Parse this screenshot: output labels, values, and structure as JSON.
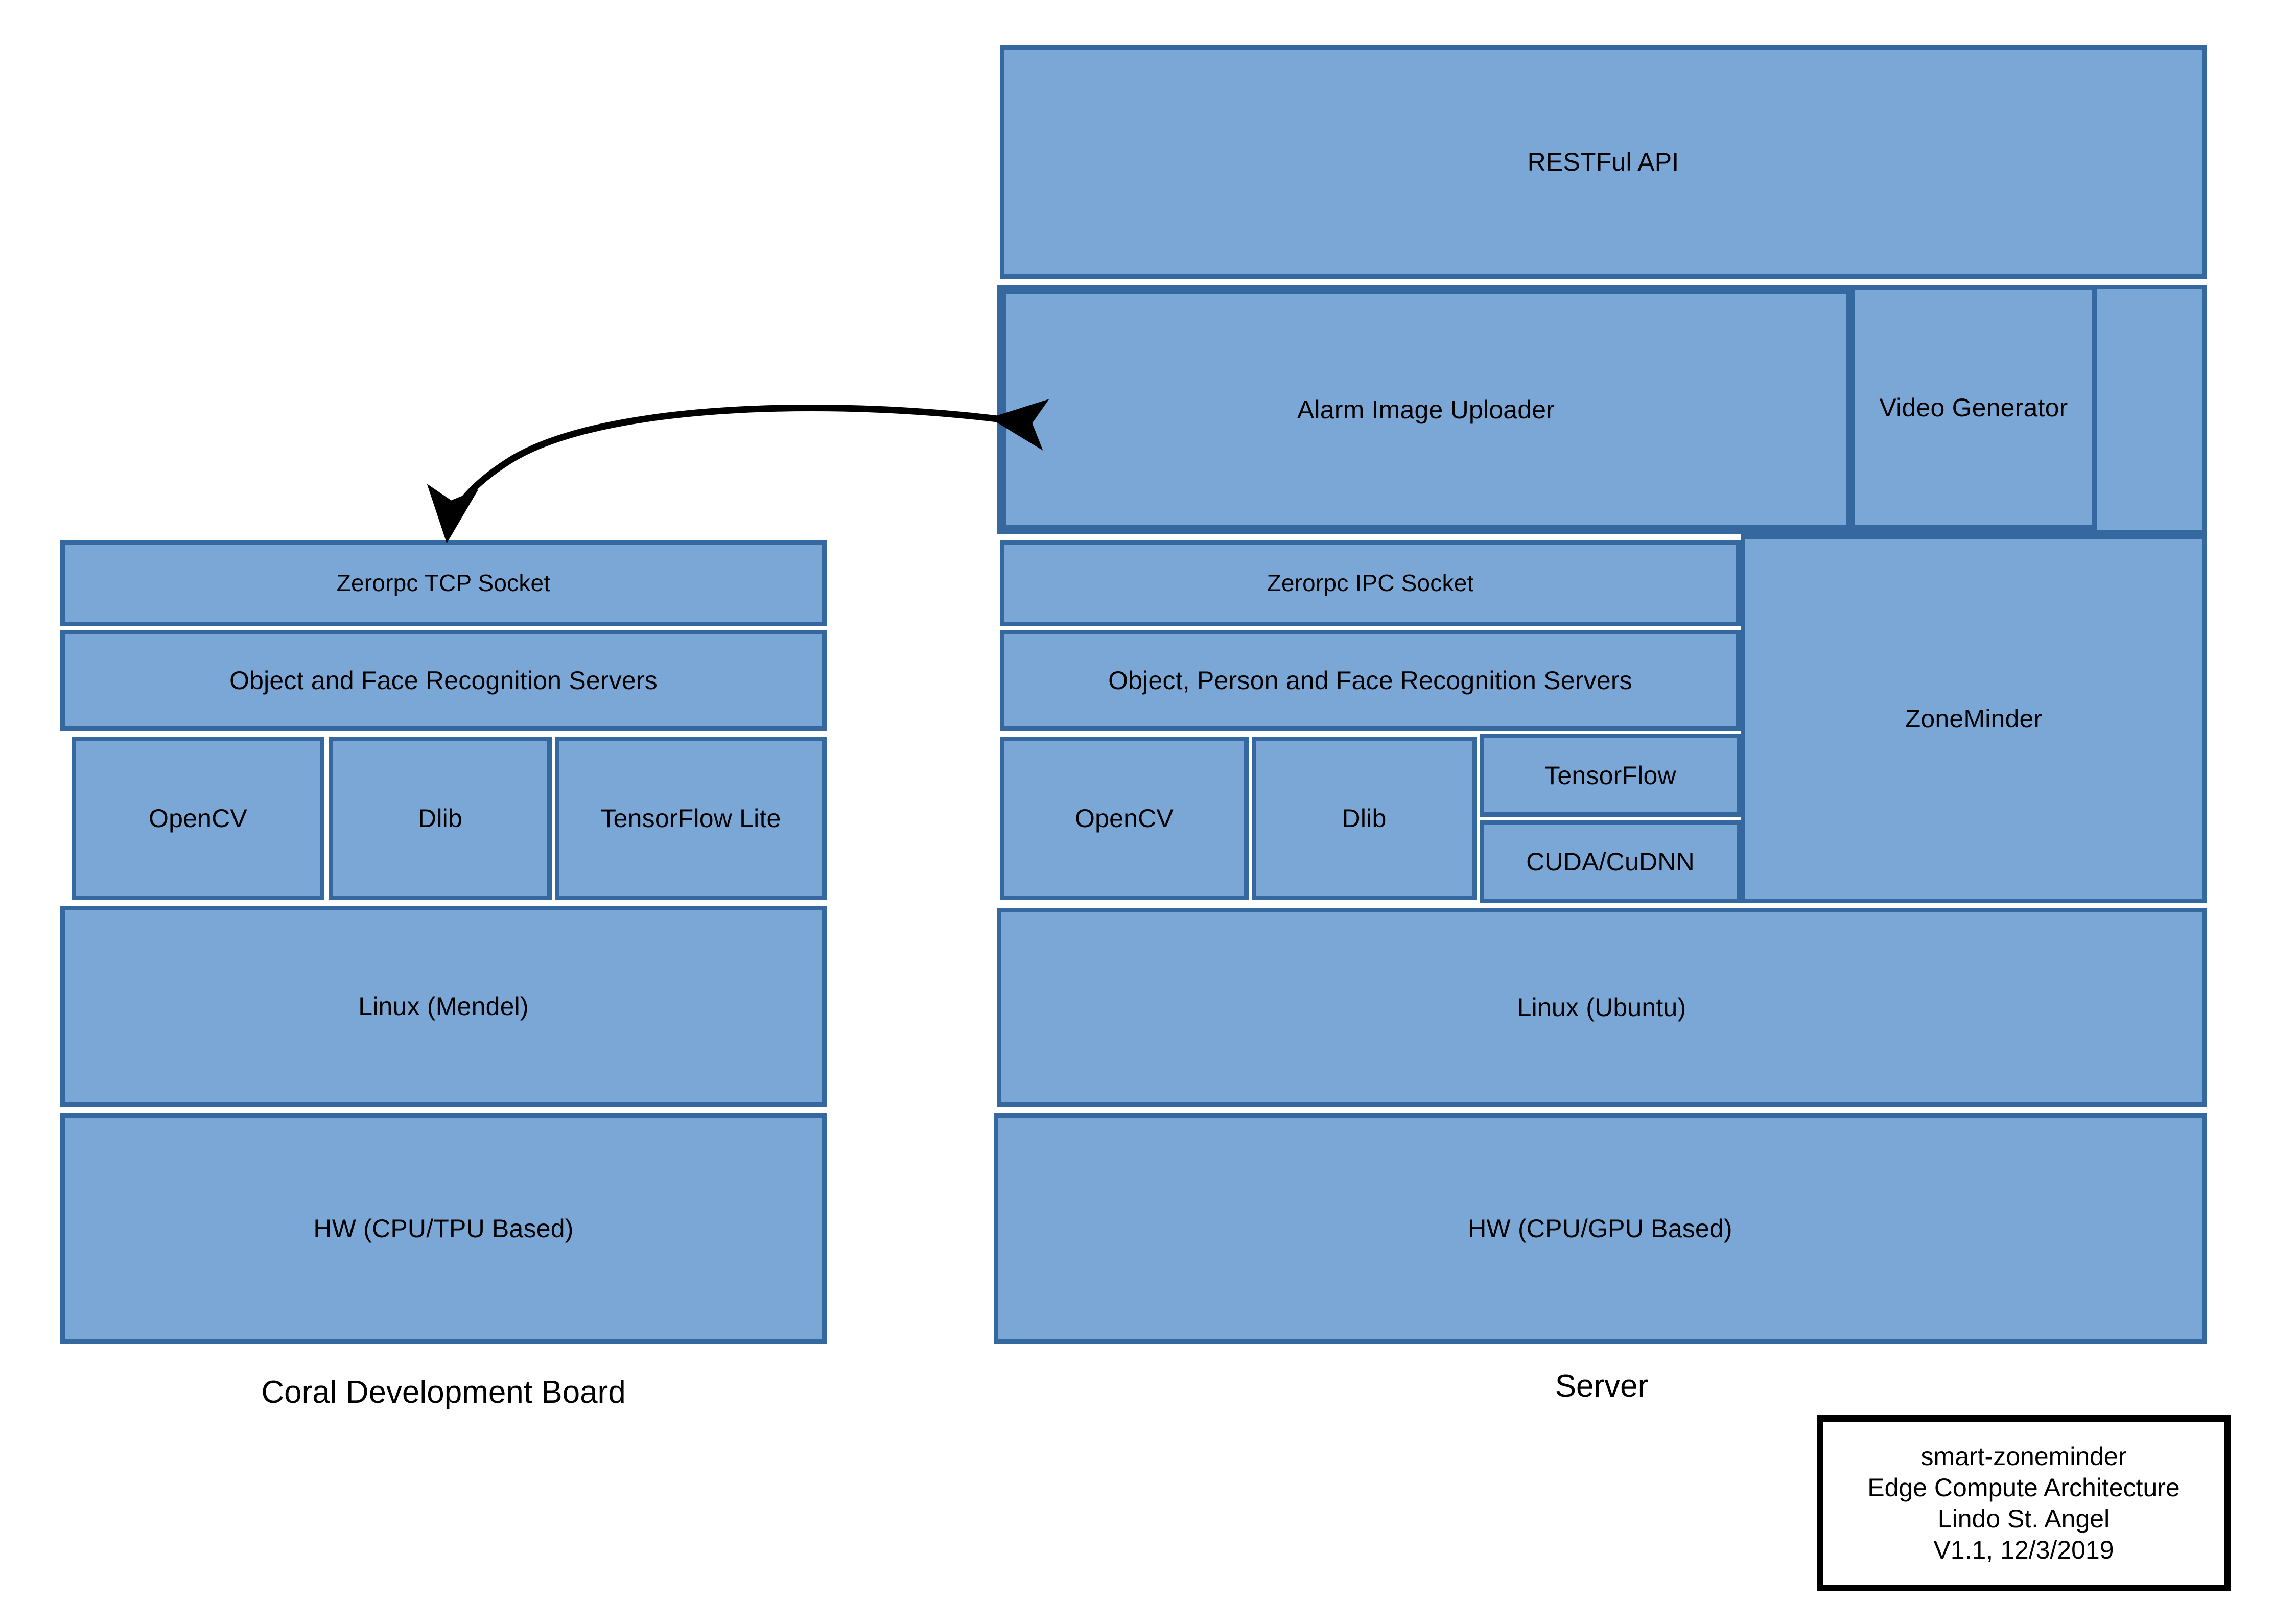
{
  "diagram": {
    "colors": {
      "box_fill": "#7BA7D7",
      "box_border": "#35689F",
      "text": "#000000",
      "background": "#ffffff",
      "connector": "#000000",
      "legend_border": "#000000"
    },
    "connector": {
      "name": "zerorpc-link",
      "style": "double-headed curved arrow",
      "from": "Zerorpc TCP Socket",
      "to": "Alarm Image Uploader"
    }
  },
  "coral": {
    "label": "Coral Development Board",
    "layers": {
      "socket": "Zerorpc TCP Socket",
      "servers": "Object and Face Recognition Servers",
      "libs": [
        "OpenCV",
        "Dlib",
        "TensorFlow Lite"
      ],
      "os": "Linux (Mendel)",
      "hw": "HW (CPU/TPU Based)"
    }
  },
  "server": {
    "label": "Server",
    "layers": {
      "api": "RESTFul API",
      "uploader": "Alarm Image Uploader",
      "video": "Video Generator",
      "socket": "Zerorpc IPC Socket",
      "servers": "Object, Person and Face Recognition Servers",
      "libs": [
        "OpenCV",
        "Dlib"
      ],
      "accel": [
        "TensorFlow",
        "CUDA/CuDNN"
      ],
      "zoneminder": "ZoneMinder",
      "os": "Linux (Ubuntu)",
      "hw": "HW (CPU/GPU Based)"
    }
  },
  "legend": {
    "lines": [
      "smart-zoneminder",
      "Edge Compute Architecture",
      "Lindo St. Angel",
      "V1.1, 12/3/2019"
    ]
  }
}
